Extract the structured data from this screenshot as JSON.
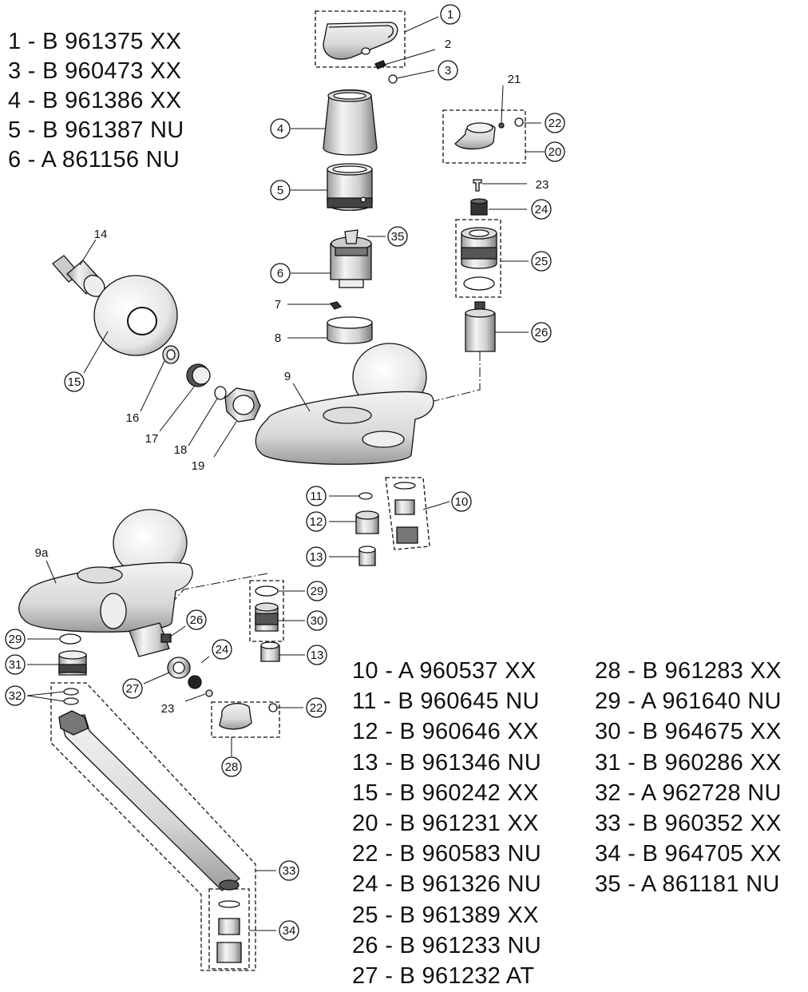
{
  "parts_lists": {
    "top": [
      "1 - B 961375 XX",
      "3 - B 960473 XX",
      "4 - B 961386 XX",
      "5 - B 961387 NU",
      "6 - A 861156 NU"
    ],
    "bottom_left": [
      "10 - A 960537 XX",
      "11 - B 960645 NU",
      "12 - B 960646 XX",
      "13 - B 961346 NU",
      "15 - B 960242 XX",
      "20 - B 961231 XX",
      "22 - B 960583 NU",
      "24 - B 961326 NU",
      "25 - B 961389 XX",
      "26 - B 961233 NU",
      "27 - B 961232 AT"
    ],
    "bottom_right": [
      "28 - B 961283 XX",
      "29 - A 961640 NU",
      "30 - B 964675 XX",
      "31 - B 960286 XX",
      "32 - A 962728 NU",
      "33 - B 960352 XX",
      "34 - B 964705 XX",
      "35 - A 861181 NU"
    ]
  },
  "callouts": {
    "c1": "1",
    "c2": "2",
    "c3": "3",
    "c4": "4",
    "c5": "5",
    "c6": "6",
    "c7": "7",
    "c8": "8",
    "c9": "9",
    "c9a": "9a",
    "c10": "10",
    "c11": "11",
    "c12": "12",
    "c13a": "13",
    "c13b": "13",
    "c14": "14",
    "c15": "15",
    "c16": "16",
    "c17": "17",
    "c18": "18",
    "c19": "19",
    "c20": "20",
    "c21": "21",
    "c22a": "22",
    "c22b": "22",
    "c23a": "23",
    "c23b": "23",
    "c24a": "24",
    "c24b": "24",
    "c25": "25",
    "c26a": "26",
    "c26b": "26",
    "c27": "27",
    "c28": "28",
    "c29a": "29",
    "c29b": "29",
    "c30": "30",
    "c31": "31",
    "c32": "32",
    "c33": "33",
    "c34": "34",
    "c35": "35"
  }
}
